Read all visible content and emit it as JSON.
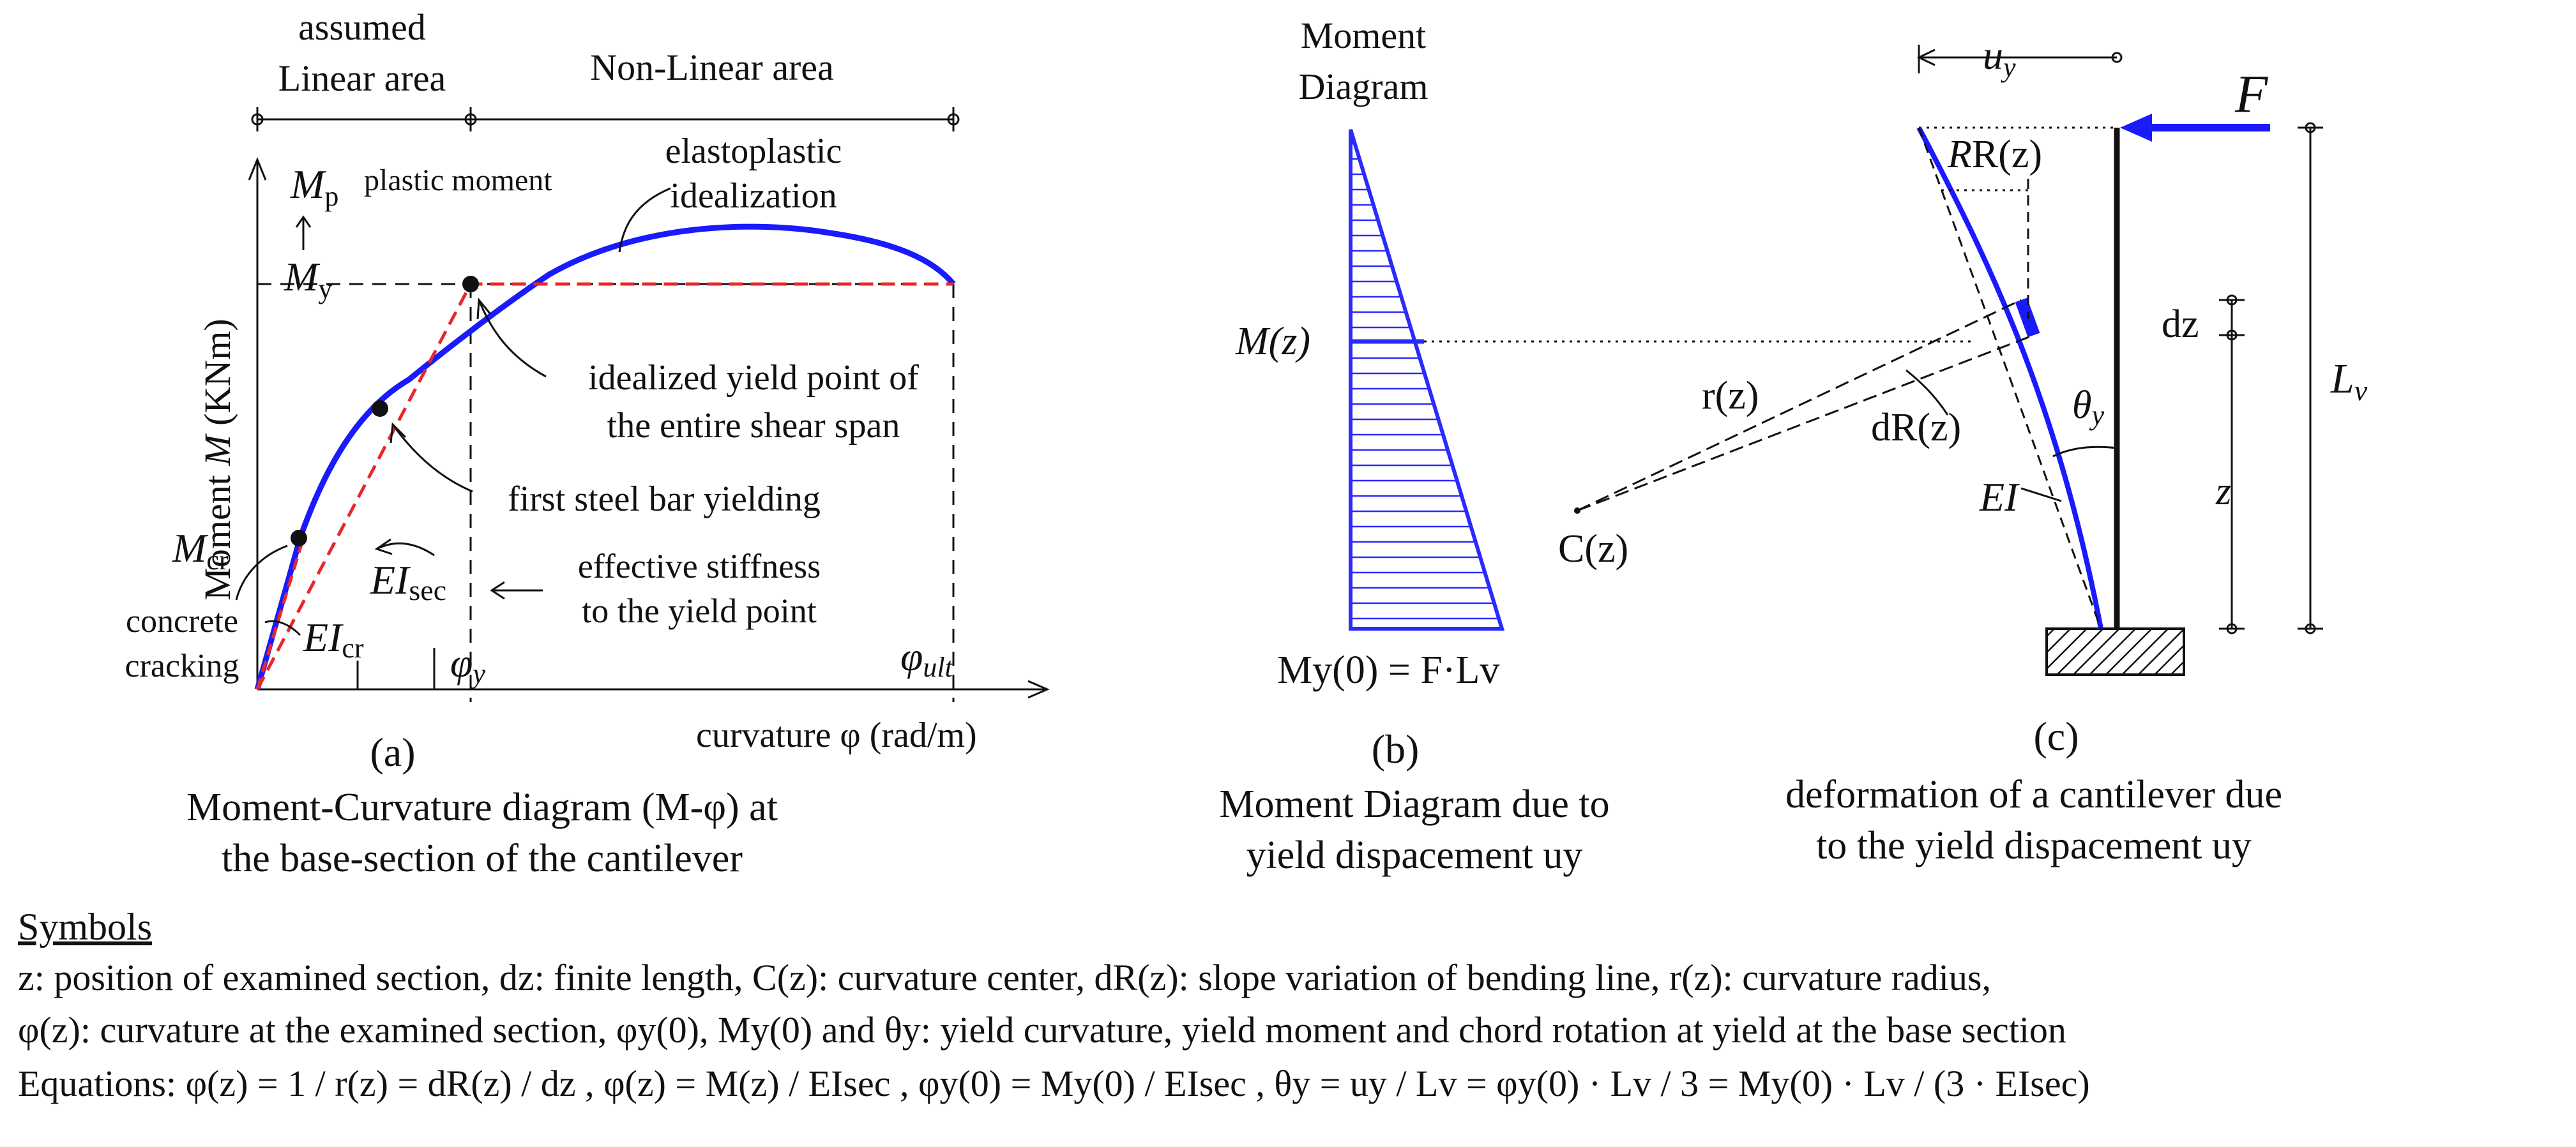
{
  "panel_a": {
    "region_label_linear_1": "assumed",
    "region_label_linear_2": "Linear area",
    "region_label_nonlinear": "Non-Linear area",
    "y_axis_title_pre": "Moment ",
    "y_axis_title_var": "M",
    "y_axis_title_unit": " (KNm)",
    "mp_symbol": "M",
    "mp_subscript": "p",
    "mp_desc": "plastic moment",
    "my_symbol": "M",
    "my_subscript": "y",
    "mcr_symbol": "M",
    "mcr_subscript": "cr",
    "elastoplastic_1": "elastoplastic",
    "elastoplastic_2": "idealization",
    "yield_point_1": "idealized yield point of",
    "yield_point_2": "the entire shear span",
    "first_yield": "first steel bar yielding",
    "eisec_symbol": "EI",
    "eisec_subscript": "sec",
    "effective_1": "effective stiffness",
    "effective_2": "to the yield point",
    "cracking_1": "concrete",
    "cracking_2": "cracking",
    "eicr_symbol": "EI",
    "eicr_subscript": "cr",
    "phi_y_symbol": "φ",
    "phi_y_subscript": "y",
    "phi_ult_symbol": "φ",
    "phi_ult_subscript": "ult",
    "x_axis_title": "curvature φ (rad/m)",
    "panel_label": "(a)",
    "caption_1": "Moment-Curvature diagram (M-φ) at",
    "caption_2": "the base-section of the cantilever"
  },
  "panel_b": {
    "title_1": "Moment",
    "title_2": "Diagram",
    "mz_label": "M(z)",
    "base_label": "My(0) = F·Lv",
    "panel_label": "(b)",
    "caption_1": "Moment Diagram due to",
    "caption_2": "yield dispacement uy"
  },
  "panel_c": {
    "uy_symbol": "u",
    "uy_subscript": "y",
    "force_label": "F",
    "rz_label": "R(z)",
    "dz_label": "dz",
    "lv_symbol": "L",
    "lv_subscript": "v",
    "r_label": "r(z)",
    "dr_label": "dR(z)",
    "theta_symbol": "θ",
    "theta_subscript": "y",
    "ei_label": "EI",
    "z_label": "z",
    "center_label": "C(z)",
    "panel_label": "(c)",
    "caption_1": "deformation of a cantilever due",
    "caption_2": "to the yield dispacement uy"
  },
  "symbols": {
    "heading": "Symbols",
    "line1": "z: position of examined section, dz: finite length, C(z): curvature center, dR(z): slope variation of bending line, r(z): curvature radius,",
    "line2": "φ(z): curvature at the examined section, φy(0), My(0) and θy: yield curvature, yield moment and chord rotation at yield at the base section",
    "equations": "Equations: φ(z) = 1 / r(z) = dR(z) / dz  ,  φ(z) = M(z) / EIsec  ,  φy(0) = My(0) / EIsec  ,  θy = uy / Lv = φy(0) · Lv / 3 = My(0) · Lv / (3 · EIsec)"
  },
  "colors": {
    "curve": "#1a1aff",
    "idealization": "#e8282a",
    "ink": "#111111",
    "hatch": "#2a2aff"
  }
}
